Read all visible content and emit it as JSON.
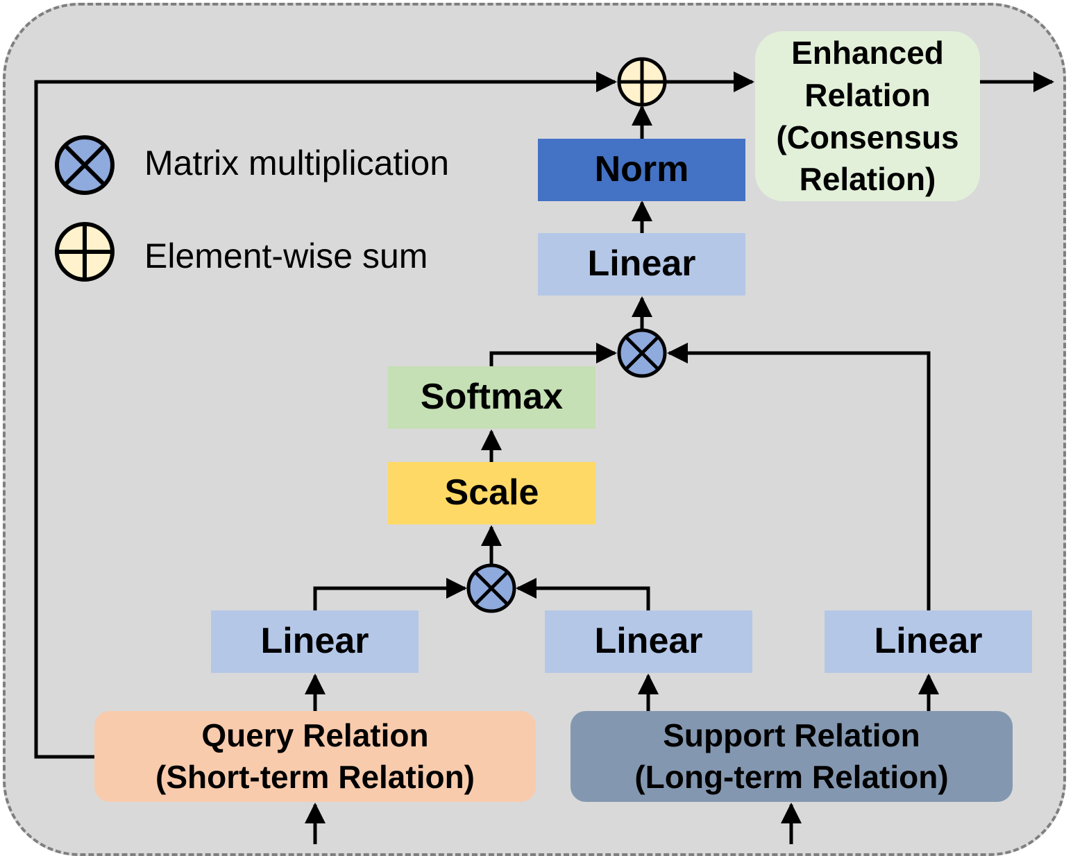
{
  "legend": {
    "matmul_label": "Matrix multiplication",
    "sum_label": "Element-wise sum"
  },
  "blocks": {
    "enhanced": "Enhanced\nRelation\n(Consensus\nRelation)",
    "norm": "Norm",
    "linear_top": "Linear",
    "softmax": "Softmax",
    "scale": "Scale",
    "linear_query": "Linear",
    "linear_key": "Linear",
    "linear_value": "Linear",
    "query": "Query Relation\n(Short-term Relation)",
    "support": "Support Relation\n(Long-term Relation)"
  },
  "colors": {
    "matmul_fill": "#8faadc",
    "sum_fill": "#fff2cc",
    "linear": "#b4c7e7",
    "norm": "#4472c4",
    "softmax": "#c5e0b4",
    "scale": "#ffd966",
    "query": "#f8cbad",
    "support": "#8497b0",
    "enhanced": "#e2f0d9"
  }
}
